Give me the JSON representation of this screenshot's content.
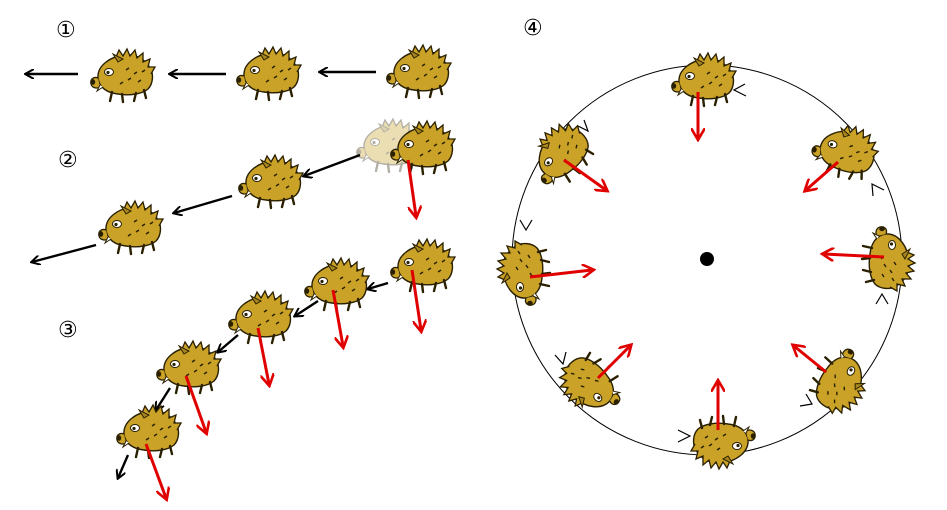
{
  "labels": {
    "panel1": "①",
    "panel2": "②",
    "panel3": "③",
    "panel4": "④"
  },
  "colors": {
    "boar_body": "#c9a227",
    "boar_outline": "#2a2000",
    "force_arrow": "#e00000",
    "motion_arrow": "#000000",
    "ghost_boar": "#e8d9a0"
  },
  "icons": {
    "boar": "boar-icon",
    "center": "center-point-icon"
  }
}
